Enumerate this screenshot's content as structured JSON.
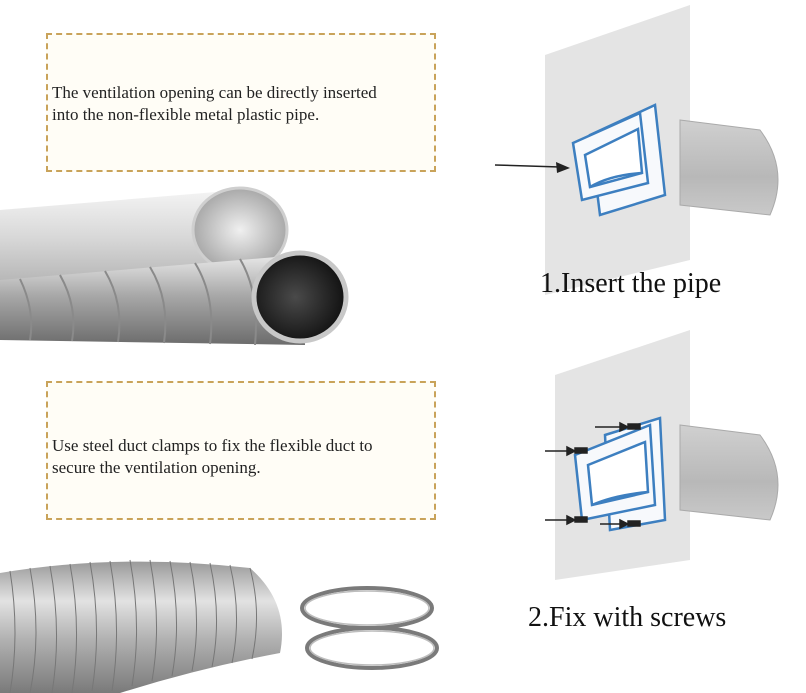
{
  "step1": {
    "note": "The ventilation opening can be directly inserted into the non-flexible metal plastic pipe.",
    "note_line1": "The ventilation opening can be directly inserted",
    "note_line2": "into the non-flexible metal plastic pipe.",
    "caption": "1.Insert the pipe",
    "pipe_type": "rigid spiral metal pipe"
  },
  "step2": {
    "note": "Use steel duct clamps to fix the flexible duct to secure the ventilation opening.",
    "note_line1": "Use steel duct clamps to fix the flexible duct to",
    "note_line2": "secure the ventilation opening.",
    "caption": "2.Fix with screws",
    "pipe_type": "flexible aluminium duct with two steel clamps"
  },
  "colors": {
    "box_border": "#c9a35a",
    "wall": "#e4e4e4",
    "vent_outline": "#3d7fc0"
  }
}
